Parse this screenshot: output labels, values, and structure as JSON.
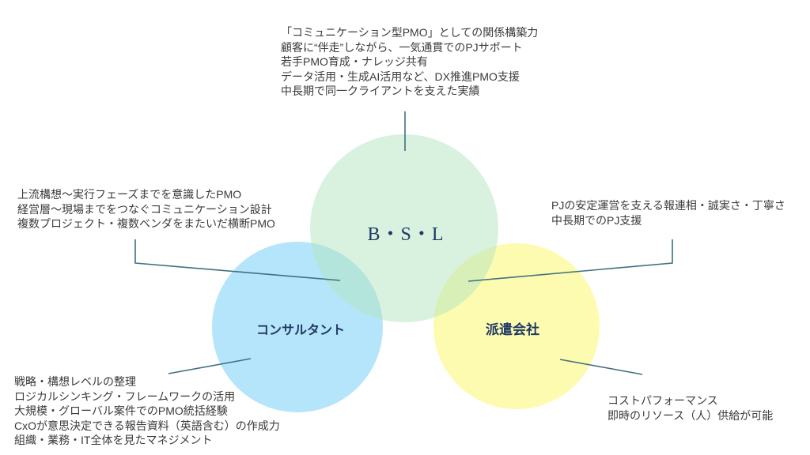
{
  "theme": {
    "background": "#FFFFFF",
    "text_color": "#3A3A3A",
    "label_color": "#1F3864",
    "connector_color": "#41707F"
  },
  "diagram": {
    "type": "venn",
    "connector_color": "#41707F",
    "circles": [
      {
        "id": "consultant",
        "label": "コンサルタント",
        "fill": "#6BCBF5",
        "fill_opacity": "0.5"
      },
      {
        "id": "dispatch-company",
        "label": "派遣会社",
        "fill": "#FBF761",
        "fill_opacity": "0.5"
      },
      {
        "id": "bsl",
        "label": "B・S・L",
        "fill": "#B3E5BF",
        "fill_opacity": "0.5"
      }
    ]
  },
  "annotations": {
    "top": {
      "target": "bsl",
      "lines": [
        "「コミュニケーション型PMO」としての関係構築力",
        "顧客に“伴走”しながら、一気通貫でのPJサポート",
        "若手PMO育成・ナレッジ共有",
        "データ活用・生成AI活用など、DX推進PMO支援",
        "中長期で同一クライアントを支えた実績"
      ]
    },
    "left": {
      "target": "bsl-consultant-overlap",
      "lines": [
        "上流構想～実行フェーズまでを意識したPMO",
        "経営層～現場までをつなぐコミュニケーション設計",
        "複数プロジェクト・複数ベンダをまたいだ横断PMO"
      ]
    },
    "right": {
      "target": "bsl-dispatch-overlap",
      "lines": [
        "PJの安定運営を支える報連相・誠実さ・丁寧さ",
        "中長期でのPJ支援"
      ]
    },
    "bottom_left": {
      "target": "consultant",
      "lines": [
        "戦略・構想レベルの整理",
        "ロジカルシンキング・フレームワークの活用",
        "大規模・グローバル案件でのPMO統括経験",
        "CxOが意思決定できる報告資料（英語含む）の作成力",
        "組織・業務・IT全体を見たマネジメント"
      ]
    },
    "bottom_right": {
      "target": "dispatch-company",
      "lines": [
        "コストパフォーマンス",
        "即時のリソース（人）供給が可能"
      ]
    }
  }
}
